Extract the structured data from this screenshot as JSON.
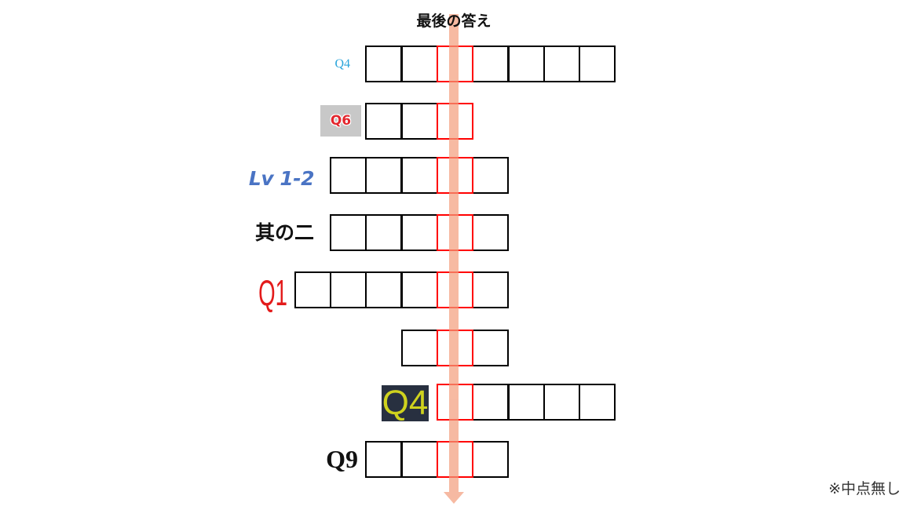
{
  "title": "最後の答え",
  "footnote": "※中点無し",
  "colors": {
    "arrow": "#f39c7b",
    "cell_border": "#000000",
    "highlight_border": "#ff0000"
  },
  "rows": [
    {
      "label": "Q4",
      "label_color": "#2aa5db",
      "cells": 7,
      "highlight": 3
    },
    {
      "label": "Q6",
      "label_color": "#e3262d",
      "cells": 3,
      "highlight": 3
    },
    {
      "label": "Lv 1-2",
      "label_color": "#4a74c4",
      "cells": 5,
      "highlight": 4
    },
    {
      "label": "其の二",
      "label_color": "#111111",
      "cells": 5,
      "highlight": 4
    },
    {
      "label": "Q1",
      "label_color": "#e31b1b",
      "cells": 6,
      "highlight": 5
    },
    {
      "cells": 3,
      "highlight": 2
    },
    {
      "label": "Q4",
      "label_color": "#cfd21e",
      "cells": 5,
      "highlight": 1
    },
    {
      "label": "Q9",
      "label_color": "#111111",
      "cells": 4,
      "highlight": 3
    }
  ]
}
